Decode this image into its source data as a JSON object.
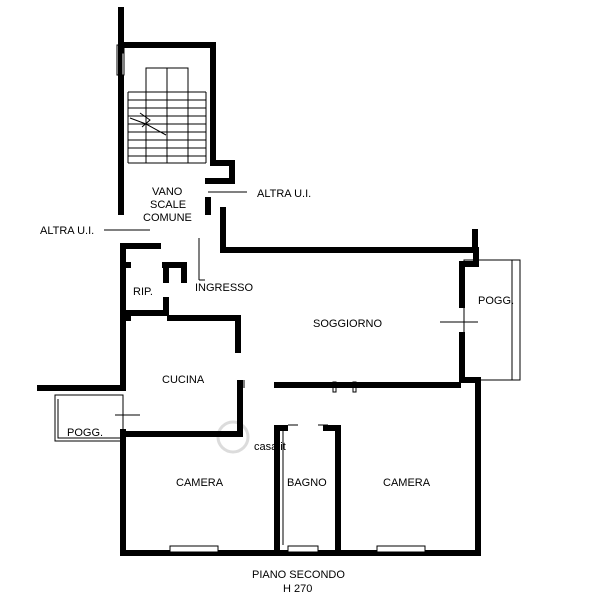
{
  "rooms": {
    "vano_scale": [
      "VANO",
      "SCALE",
      "COMUNE"
    ],
    "altra_ui_right": "ALTRA U.I.",
    "altra_ui_left": "ALTRA U.I.",
    "ripostiglio": "RIP.",
    "ingresso": "INGRESSO",
    "soggiorno": "SOGGIORNO",
    "poggiolo_right": "POGG.",
    "cucina": "CUCINA",
    "poggiolo_left": "POGG.",
    "camera_left": "CAMERA",
    "bagno": "BAGNO",
    "camera_right": "CAMERA"
  },
  "footer": {
    "floor": "PIANO SECONDO",
    "height": "H 270"
  },
  "watermark": "casa.it"
}
